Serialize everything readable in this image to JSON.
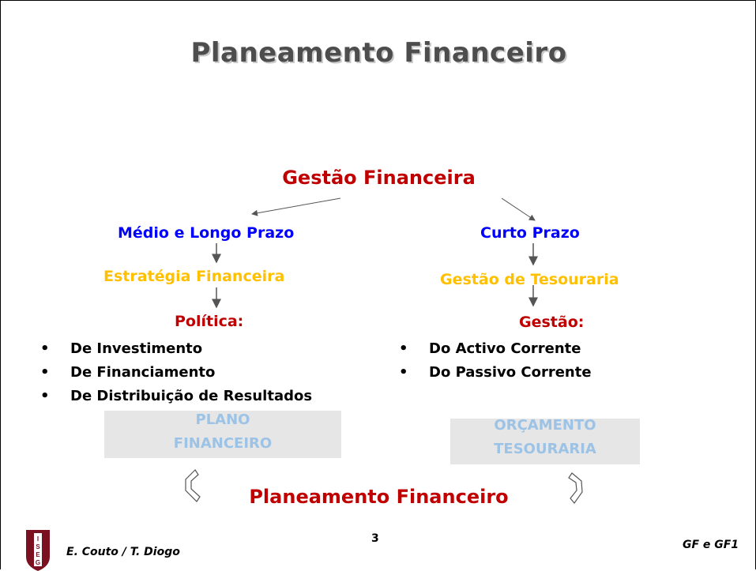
{
  "title": "Planeamento Financeiro",
  "root": "Gestão Financeira",
  "left": {
    "branch": "Médio e Longo Prazo",
    "strategy": "Estratégia Financeira",
    "heading": "Política:",
    "items": [
      "De Investimento",
      "De Financiamento",
      "De Distribuição de Resultados"
    ],
    "box": [
      "PLANO",
      "FINANCEIRO"
    ]
  },
  "right": {
    "branch": "Curto Prazo",
    "strategy": "Gestão de Tesouraria",
    "heading": "Gestão:",
    "items": [
      "Do Activo Corrente",
      "Do Passivo Corrente"
    ],
    "box": [
      "ORÇAMENTO",
      "TESOURARIA"
    ]
  },
  "footer_title": "Planeamento Financeiro",
  "footer": {
    "authors": "E. Couto / T. Diogo",
    "page": "3",
    "course": "GF e GF1"
  },
  "logo": {
    "text": "ISEG",
    "color": "#7a1020"
  },
  "bullet": "•",
  "colors": {
    "title": "#4d4d4d",
    "red": "#c00000",
    "blue": "#0000ff",
    "yellow": "#ffc000",
    "box_bg": "#e6e6e6",
    "box_text": "#9cc3e6"
  }
}
